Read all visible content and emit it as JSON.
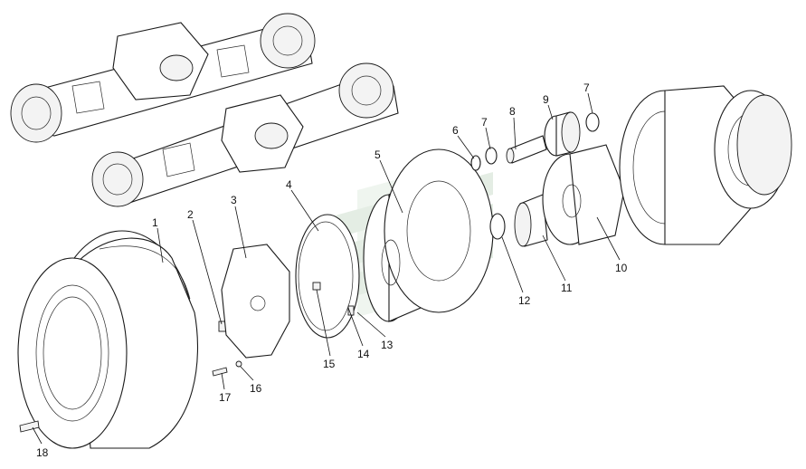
{
  "diagram": {
    "callouts": [
      {
        "id": "c1",
        "text": "1"
      },
      {
        "id": "c2",
        "text": "2"
      },
      {
        "id": "c3",
        "text": "3"
      },
      {
        "id": "c4",
        "text": "4"
      },
      {
        "id": "c5",
        "text": "5"
      },
      {
        "id": "c6",
        "text": "6"
      },
      {
        "id": "c7a",
        "text": "7"
      },
      {
        "id": "c8",
        "text": "8"
      },
      {
        "id": "c9",
        "text": "9"
      },
      {
        "id": "c7b",
        "text": "7"
      },
      {
        "id": "c10",
        "text": "10"
      },
      {
        "id": "c11",
        "text": "11"
      },
      {
        "id": "c12",
        "text": "12"
      },
      {
        "id": "c13",
        "text": "13"
      },
      {
        "id": "c14",
        "text": "14"
      },
      {
        "id": "c15",
        "text": "15"
      },
      {
        "id": "c16",
        "text": "16"
      },
      {
        "id": "c17",
        "text": "17"
      },
      {
        "id": "c18",
        "text": "18"
      }
    ],
    "watermark_color": "#cfe0cf"
  }
}
